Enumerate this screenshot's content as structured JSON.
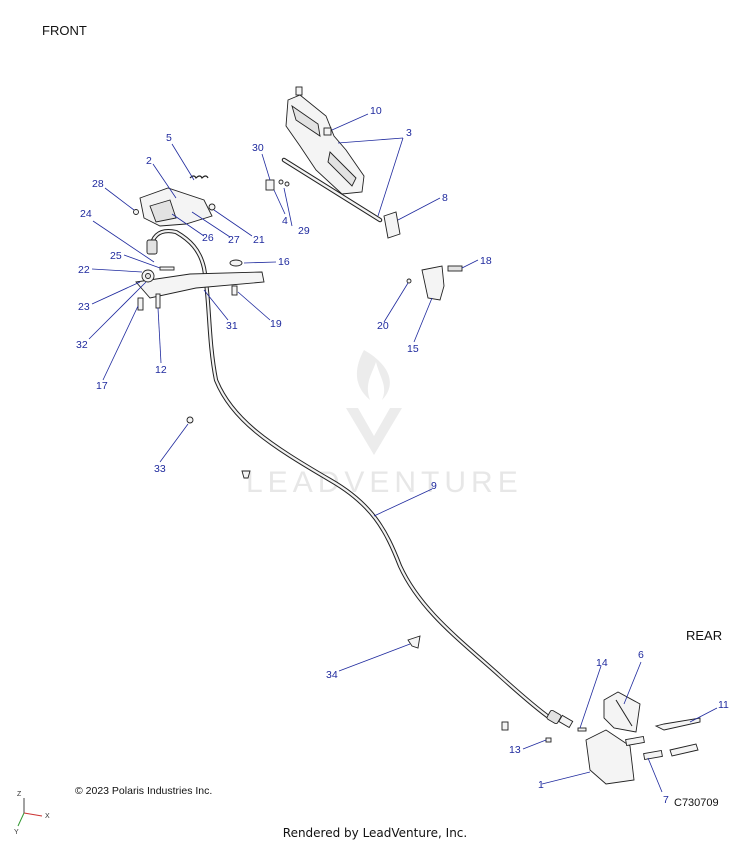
{
  "labels": {
    "front": "FRONT",
    "rear": "REAR",
    "copyright": "© 2023 Polaris Industries Inc.",
    "diagram_code": "C730709",
    "footer": "Rendered by LeadVenture, Inc.",
    "watermark": "LEADVENTURE",
    "axis_x": "X",
    "axis_y": "Y",
    "axis_z": "Z"
  },
  "callouts": [
    "1",
    "2",
    "3",
    "4",
    "5",
    "6",
    "7",
    "8",
    "9",
    "10",
    "11",
    "12",
    "13",
    "14",
    "15",
    "16",
    "17",
    "18",
    "19",
    "20",
    "21",
    "22",
    "23",
    "24",
    "25",
    "26",
    "27",
    "28",
    "29",
    "30",
    "31",
    "32",
    "33",
    "34"
  ],
  "colors": {
    "callout": "#1f2a9e",
    "line": "#222222",
    "watermark": "#e7e7e7"
  }
}
